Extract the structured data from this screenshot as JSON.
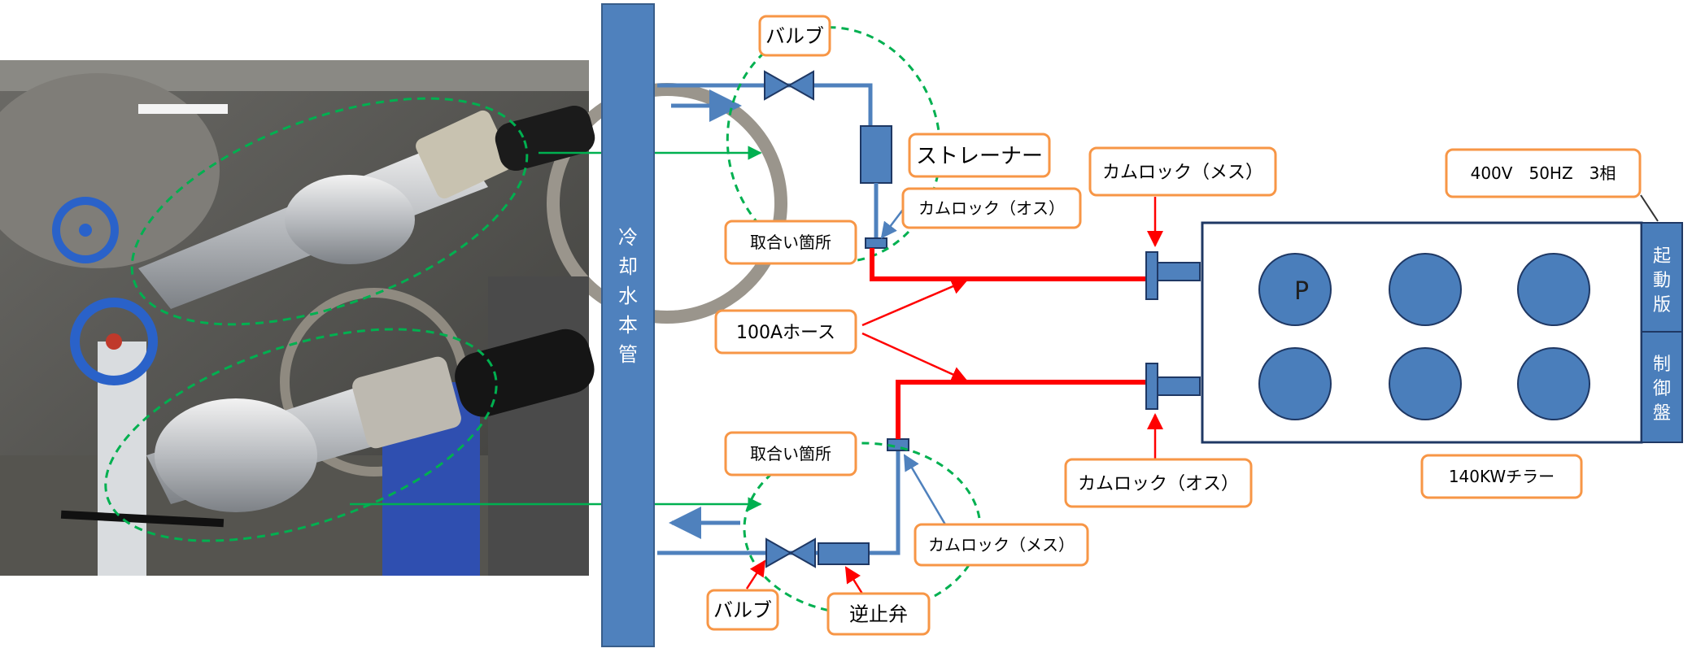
{
  "main_pipe": {
    "label": "冷却水本管"
  },
  "callouts": {
    "valve_top": "バルブ",
    "strainer": "ストレーナー",
    "camlock_male_top": "カムロック（オス）",
    "joint_top": "取合い箇所",
    "camlock_female_top": "カムロック（メス）",
    "power": "400V　50HZ　3相",
    "hose": "100Aホース",
    "joint_bottom": "取合い箇所",
    "camlock_male_bottom": "カムロック（オス）",
    "camlock_female_bottom": "カムロック（メス）",
    "chiller": "140KWチラー",
    "valve_bottom": "バルブ",
    "check_valve": "逆止弁"
  },
  "chiller": {
    "pump_label": "P",
    "start_panel": "起動版",
    "control_panel": "制御盤"
  },
  "colors": {
    "pipe_blue": "#4f81bd",
    "hose_red": "#ff0000",
    "callout_border": "#f79646",
    "connector_green": "#00b050",
    "dashed_green": "#00b050",
    "panel_blue": "#4a7ebb",
    "pipe_outline": "#2f5597"
  }
}
